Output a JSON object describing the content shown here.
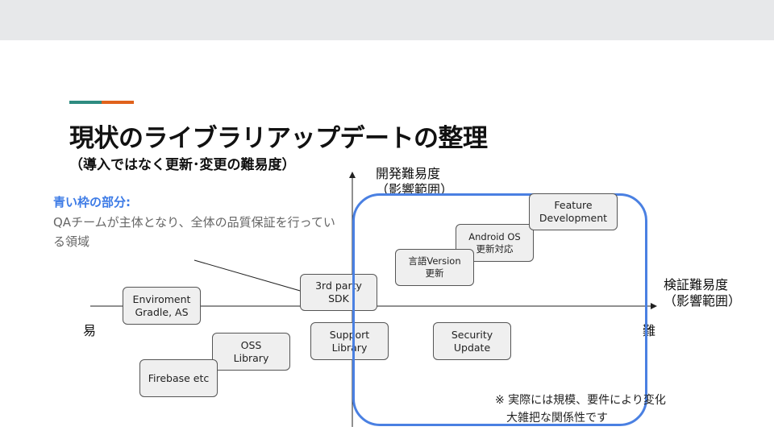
{
  "slide": {
    "title": "現状のライブラリアップデートの整理",
    "subtitle": "（導入ではなく更新･変更の難易度）"
  },
  "note": {
    "heading": "青い枠の部分:",
    "body": "QAチームが主体となり、全体の品質保証を行っている領域"
  },
  "axes": {
    "y_label_line1": "開発難易度",
    "y_label_line2": "（影響範囲）",
    "x_label_line1": "検証難易度",
    "x_label_line2": "（影響範囲）",
    "easy": "易",
    "hard": "難"
  },
  "boxes": {
    "enviroment": [
      "Enviroment",
      "Gradle, AS"
    ],
    "oss": [
      "OSS",
      "Library"
    ],
    "firebase": [
      "Firebase etc"
    ],
    "third_party": [
      "3rd party",
      "SDK"
    ],
    "support": [
      "Support",
      "Library"
    ],
    "security": [
      "Security",
      "Update"
    ],
    "gengo": [
      "言語Version",
      "更新"
    ],
    "android": [
      "Android OS",
      "更新対応"
    ],
    "feature": [
      "Feature",
      "Development"
    ]
  },
  "footnote": {
    "line1": "※ 実際には規模、要件により変化",
    "line2": "大雑把な関係性です"
  },
  "colors": {
    "frame_blue": "#4a80e2",
    "accent_teal": "#2e8b80",
    "accent_orange": "#e0621c",
    "note_blue": "#3d7be6"
  }
}
